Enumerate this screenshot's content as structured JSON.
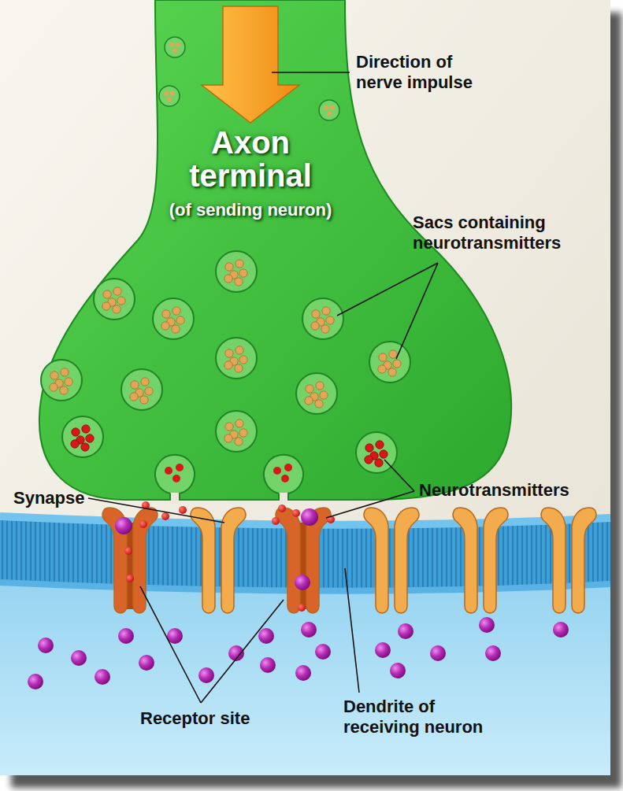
{
  "diagram": {
    "nodes": [
      {
        "text": [
          "Axon terminal",
          "(of sending neuron)"
        ]
      }
    ],
    "labels": [
      "Direction of nerve impulse",
      "Sacs containing neurotransmitters",
      "Neurotransmitters",
      "Synapse",
      "Dendrite of receiving neuron",
      "Receptor site"
    ]
  }
}
